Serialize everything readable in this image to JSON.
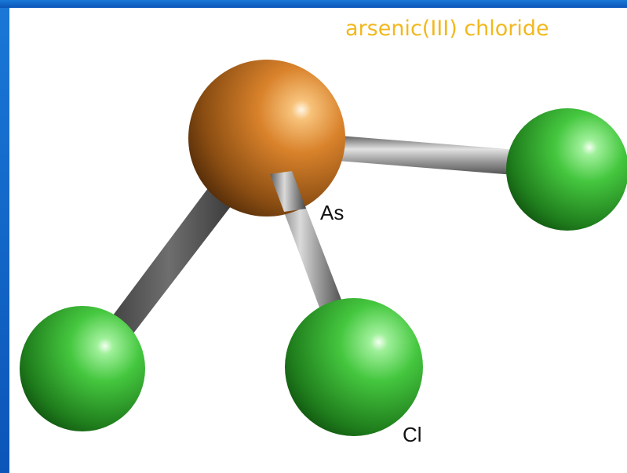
{
  "title": "arsenic(III) chloride",
  "atoms": [
    {
      "name": "arsenic",
      "label": "As",
      "color": "#d9822b"
    },
    {
      "name": "chlorine",
      "label": "Cl",
      "color": "#3fc23c"
    }
  ],
  "colors": {
    "frame": "#0a5fc4",
    "background": "#ffffff",
    "title": "#f2b81d",
    "bond": "#8e8e8e"
  }
}
